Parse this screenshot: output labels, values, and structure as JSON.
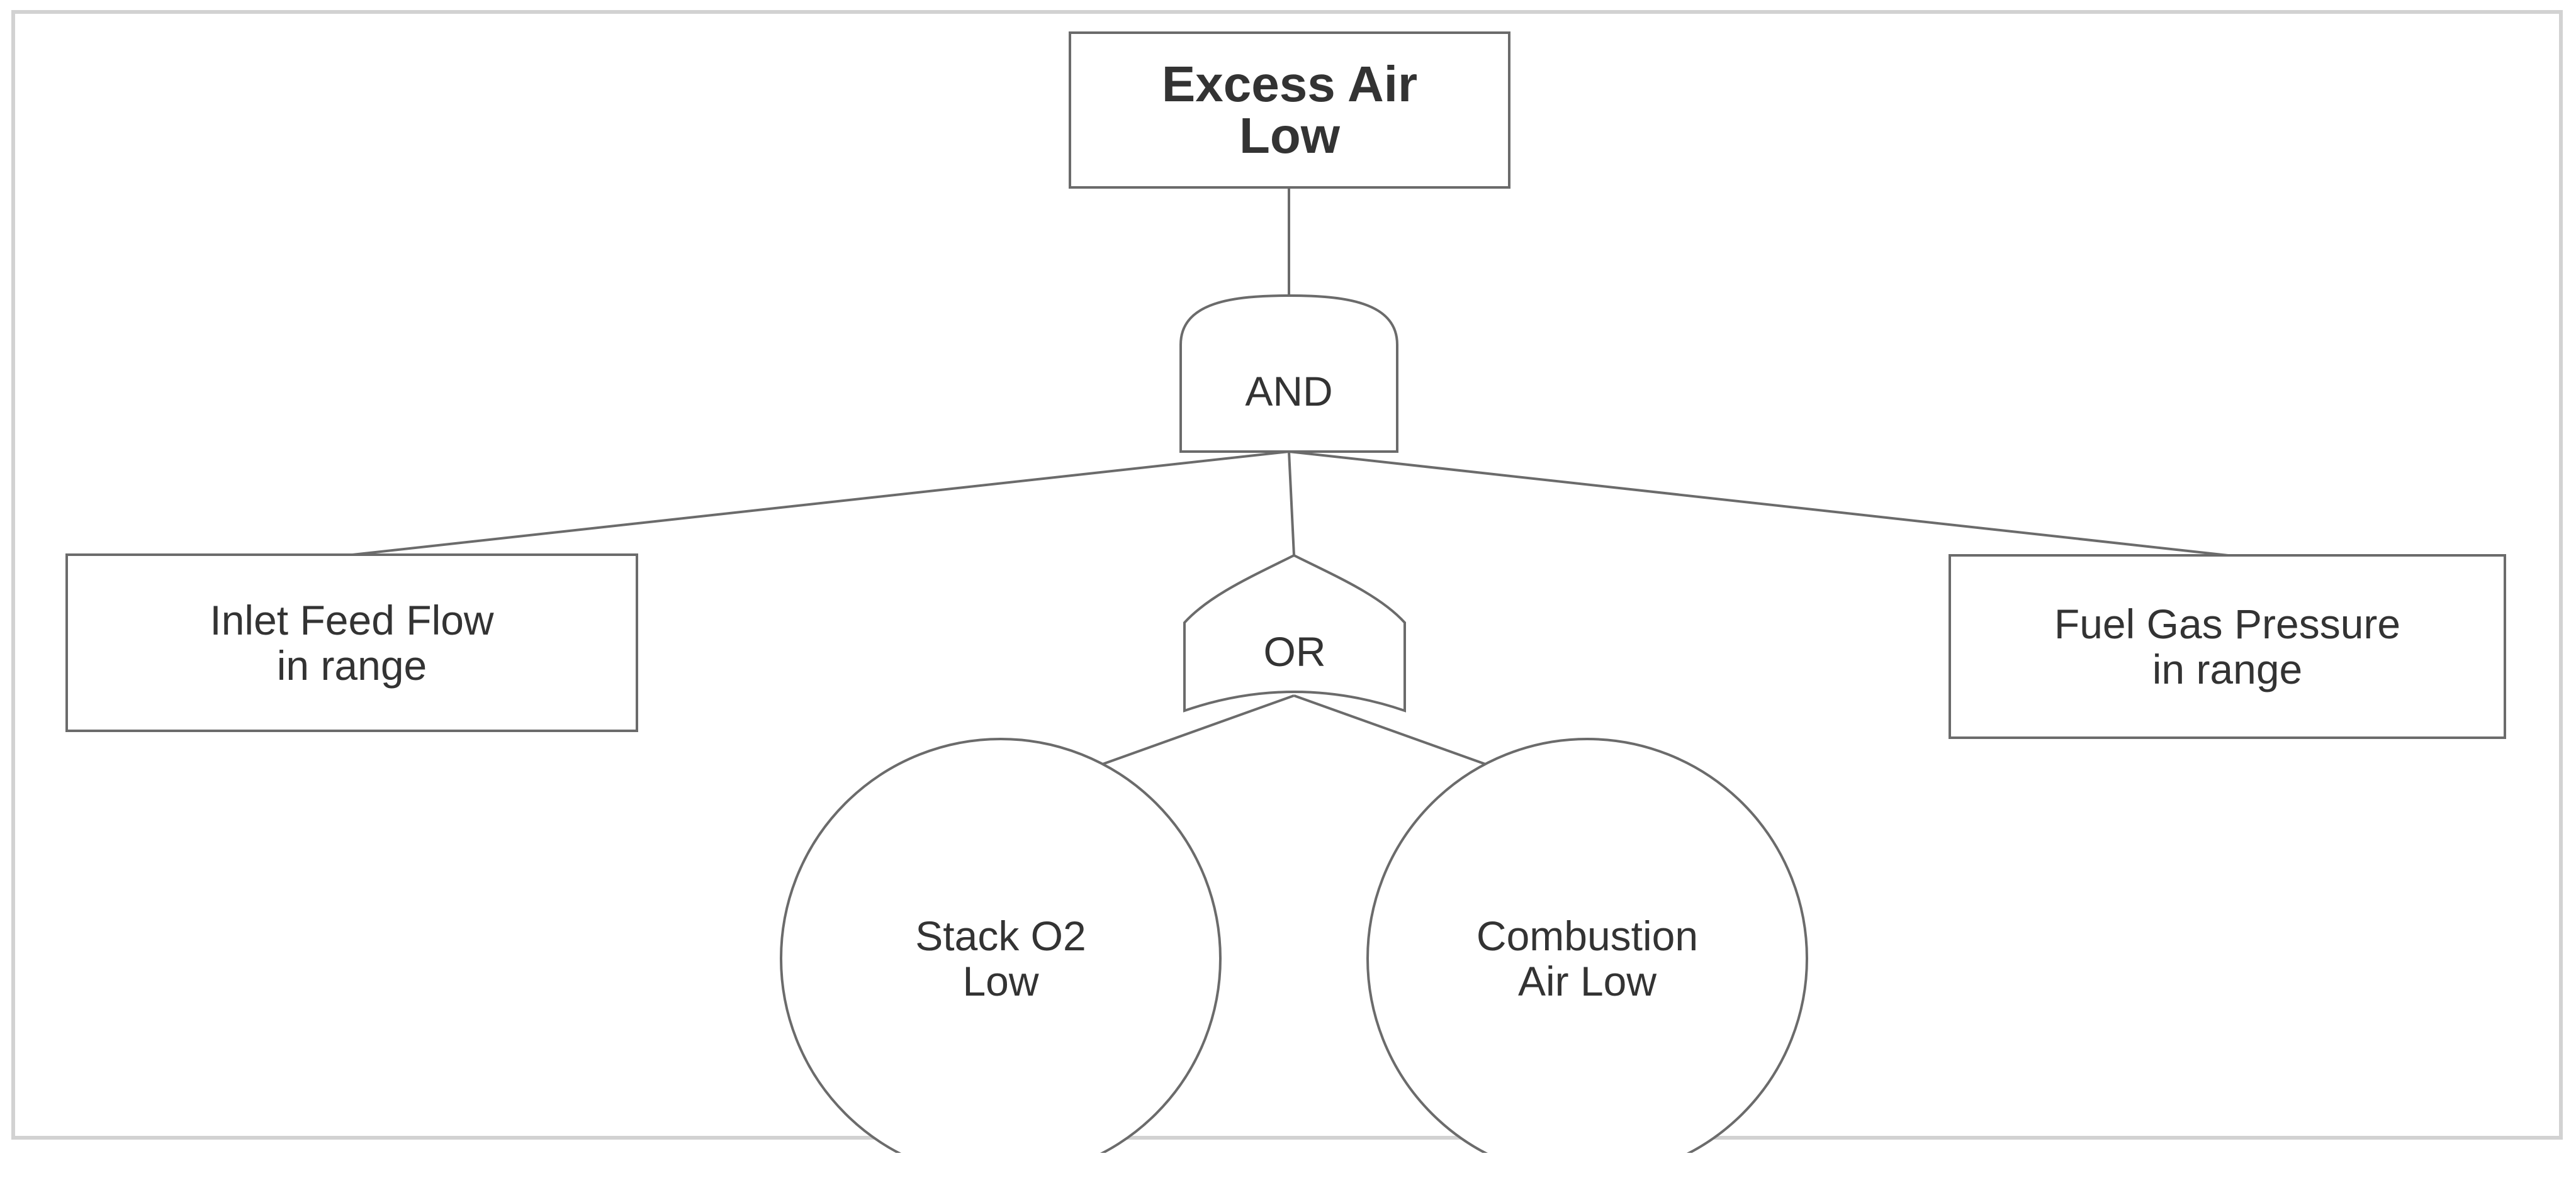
{
  "fault_tree": {
    "top_event": "Excess Air\nLow",
    "and_gate": "AND",
    "or_gate": "OR",
    "inlet_feed_flow": "Inlet Feed Flow\nin range",
    "fuel_gas_pressure": "Fuel Gas Pressure\nin range",
    "stack_o2_low": "Stack O2\nLow",
    "combustion_air_low": "Combustion\nAir Low"
  }
}
